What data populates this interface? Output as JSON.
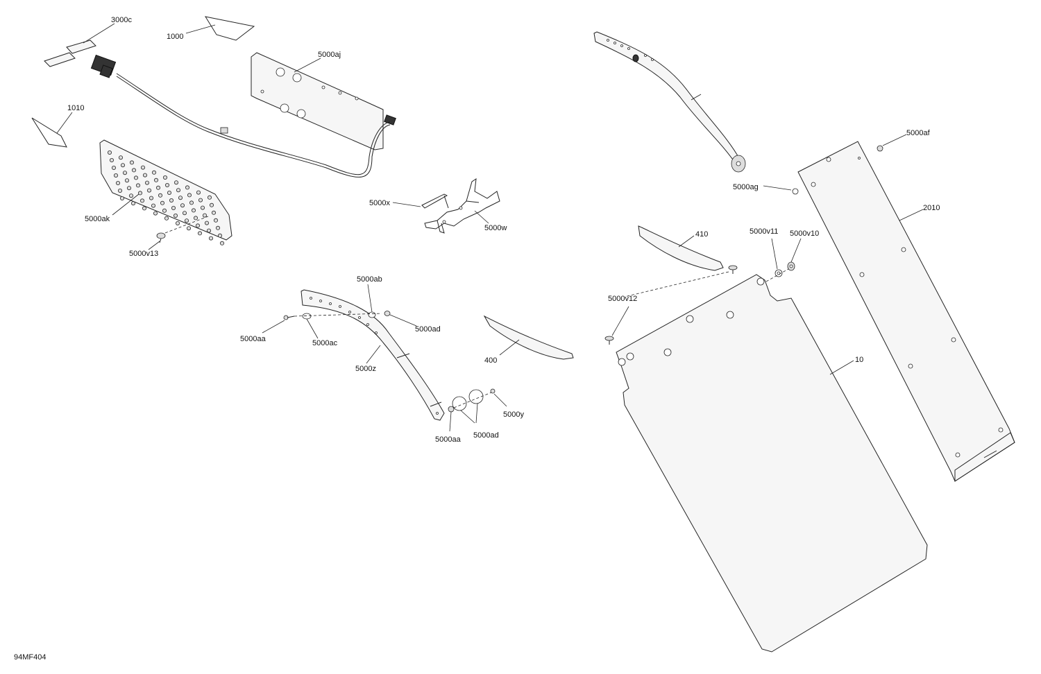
{
  "diagram": {
    "reference_code": "94MF404",
    "callouts": [
      {
        "id": "c-3000c",
        "label": "3000c"
      },
      {
        "id": "c-1000",
        "label": "1000"
      },
      {
        "id": "c-5000aj",
        "label": "5000aj"
      },
      {
        "id": "c-1010",
        "label": "1010"
      },
      {
        "id": "c-5000ak",
        "label": "5000ak"
      },
      {
        "id": "c-5000v13",
        "label": "5000v13"
      },
      {
        "id": "c-5000x",
        "label": "5000x"
      },
      {
        "id": "c-5000w",
        "label": "5000w"
      },
      {
        "id": "c-5000ab",
        "label": "5000ab"
      },
      {
        "id": "c-5000aa-1",
        "label": "5000aa"
      },
      {
        "id": "c-5000ac",
        "label": "5000ac"
      },
      {
        "id": "c-5000ad-1",
        "label": "5000ad"
      },
      {
        "id": "c-5000z",
        "label": "5000z"
      },
      {
        "id": "c-400",
        "label": "400"
      },
      {
        "id": "c-5000aa-2",
        "label": "5000aa"
      },
      {
        "id": "c-5000ad-2",
        "label": "5000ad"
      },
      {
        "id": "c-5000y",
        "label": "5000y"
      },
      {
        "id": "c-410",
        "label": "410"
      },
      {
        "id": "c-5000v11",
        "label": "5000v11"
      },
      {
        "id": "c-5000v10",
        "label": "5000v10"
      },
      {
        "id": "c-5000v12",
        "label": "5000v12"
      },
      {
        "id": "c-10",
        "label": "10"
      },
      {
        "id": "c-5000af",
        "label": "5000af"
      },
      {
        "id": "c-5000ag",
        "label": "5000ag"
      },
      {
        "id": "c-2010",
        "label": "2010"
      }
    ]
  }
}
